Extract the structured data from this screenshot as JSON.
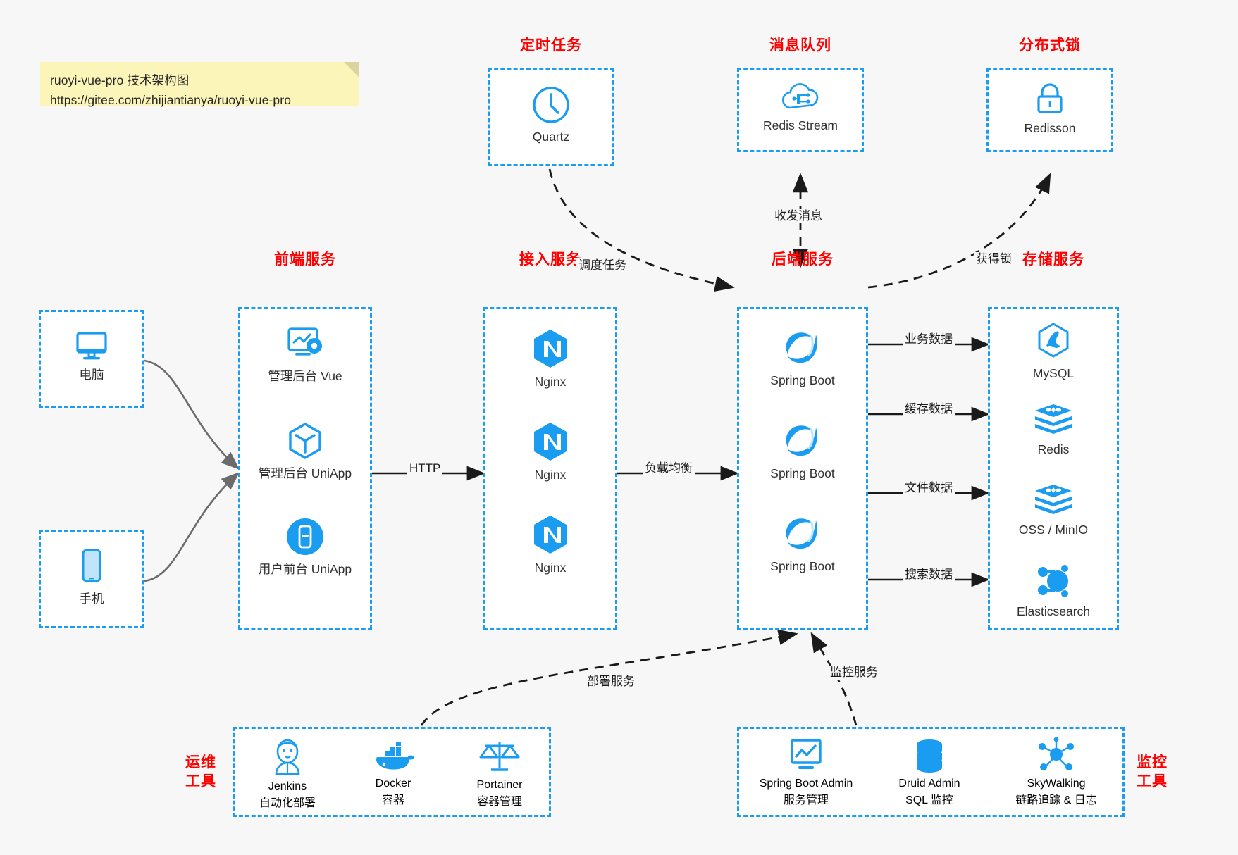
{
  "note": {
    "line1": "ruoyi-vue-pro 技术架构图",
    "line2": "https://gitee.com/zhijiantianya/ruoyi-vue-pro"
  },
  "groups": {
    "scheduled_task": {
      "title": "定时任务",
      "nodes": [
        {
          "label": "Quartz",
          "icon": "clock-icon"
        }
      ]
    },
    "message_queue": {
      "title": "消息队列",
      "nodes": [
        {
          "label": "Redis Stream",
          "icon": "cloud-network-icon"
        }
      ]
    },
    "distributed_lock": {
      "title": "分布式锁",
      "nodes": [
        {
          "label": "Redisson",
          "icon": "lock-icon"
        }
      ]
    },
    "client_pc": {
      "title": "",
      "nodes": [
        {
          "label": "电脑",
          "icon": "desktop-monitor-icon"
        }
      ]
    },
    "client_mobile": {
      "title": "",
      "nodes": [
        {
          "label": "手机",
          "icon": "smartphone-icon"
        }
      ]
    },
    "frontend": {
      "title": "前端服务",
      "nodes": [
        {
          "label": "管理后台 Vue",
          "icon": "dashboard-gear-icon"
        },
        {
          "label": "管理后台 UniApp",
          "icon": "cube-icon"
        },
        {
          "label": "用户前台 UniApp",
          "icon": "mobile-app-icon"
        }
      ]
    },
    "gateway": {
      "title": "接入服务",
      "nodes": [
        {
          "label": "Nginx",
          "icon": "nginx-icon"
        },
        {
          "label": "Nginx",
          "icon": "nginx-icon"
        },
        {
          "label": "Nginx",
          "icon": "nginx-icon"
        }
      ]
    },
    "backend": {
      "title": "后端服务",
      "nodes": [
        {
          "label": "Spring Boot",
          "icon": "spring-boot-icon"
        },
        {
          "label": "Spring Boot",
          "icon": "spring-boot-icon"
        },
        {
          "label": "Spring Boot",
          "icon": "spring-boot-icon"
        }
      ]
    },
    "storage": {
      "title": "存储服务",
      "nodes": [
        {
          "label": "MySQL",
          "icon": "mysql-icon"
        },
        {
          "label": "Redis",
          "icon": "redis-icon"
        },
        {
          "label": "OSS / MinIO",
          "icon": "minio-icon"
        },
        {
          "label": "Elasticsearch",
          "icon": "elasticsearch-icon"
        }
      ]
    },
    "devops": {
      "title": "运维\n工具",
      "title_line1": "运维",
      "title_line2": "工具",
      "nodes": [
        {
          "label": "Jenkins",
          "sub": "自动化部署",
          "icon": "jenkins-icon"
        },
        {
          "label": "Docker",
          "sub": "容器",
          "icon": "docker-whale-icon"
        },
        {
          "label": "Portainer",
          "sub": "容器管理",
          "icon": "scales-icon"
        }
      ]
    },
    "monitoring": {
      "title_line1": "监控",
      "title_line2": "工具",
      "nodes": [
        {
          "label": "Spring Boot Admin",
          "sub": "服务管理",
          "icon": "monitor-chart-icon"
        },
        {
          "label": "Druid Admin",
          "sub": "SQL 监控",
          "icon": "database-icon"
        },
        {
          "label": "SkyWalking",
          "sub": "链路追踪 & 日志",
          "icon": "skywalking-network-icon"
        }
      ]
    }
  },
  "edges": [
    {
      "name": "schedule-task",
      "label": "调度任务"
    },
    {
      "name": "send-receive-message",
      "label": "收发消息"
    },
    {
      "name": "acquire-lock",
      "label": "获得锁"
    },
    {
      "name": "http",
      "label": "HTTP"
    },
    {
      "name": "load-balance",
      "label": "负载均衡"
    },
    {
      "name": "business-data",
      "label": "业务数据"
    },
    {
      "name": "cache-data",
      "label": "缓存数据"
    },
    {
      "name": "file-data",
      "label": "文件数据"
    },
    {
      "name": "search-data",
      "label": "搜索数据"
    },
    {
      "name": "deploy-service",
      "label": "部署服务"
    },
    {
      "name": "monitor-service",
      "label": "监控服务"
    }
  ],
  "colors": {
    "accent_blue": "#1a9cf0",
    "title_red": "#ff0000",
    "background": "#f7f7f7",
    "note_yellow": "#fbf5b9",
    "arrow_dark": "#1a1a1a",
    "arrow_gray": "#6b6b6b"
  }
}
